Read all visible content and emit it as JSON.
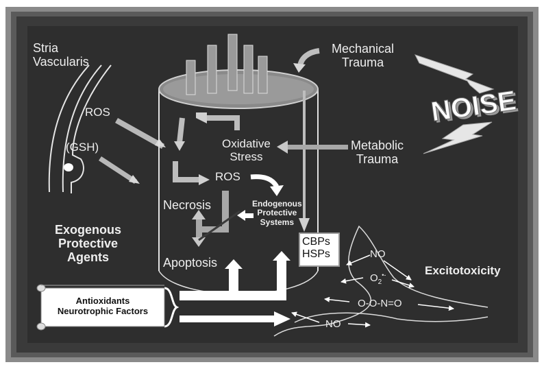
{
  "colors": {
    "background": "#2f2f2f",
    "frame": "#7a7a7a",
    "text": "#eeeeee",
    "arrow": "#bdbdbd"
  },
  "labels": {
    "stria_vascularis": "Stria\nVascularis",
    "ros_left": "ROS",
    "gsh": "(GSH)",
    "mechanical_trauma": "Mechanical\nTrauma",
    "noise": "NOISE",
    "metabolic_trauma": "Metabolic\nTrauma",
    "oxidative_stress": "Oxidative\nStress",
    "ros_center": "ROS",
    "necrosis": "Necrosis",
    "endogenous": "Endogenous\nProtective\nSystems",
    "exogenous": "Exogenous\nProtective\nAgents",
    "apoptosis": "Apoptosis",
    "cbps_hsps": "CBPs\nHSPs",
    "excitotoxicity": "Excitotoxicity",
    "antioxidants": "Antioxidants\nNeurotrophic Factors",
    "no_top": "NO",
    "o2_radical": "O",
    "o2_sub": "2",
    "o2_sup": "•-",
    "peroxynitrite": "O-O-N=O",
    "no_bottom": "NO"
  }
}
